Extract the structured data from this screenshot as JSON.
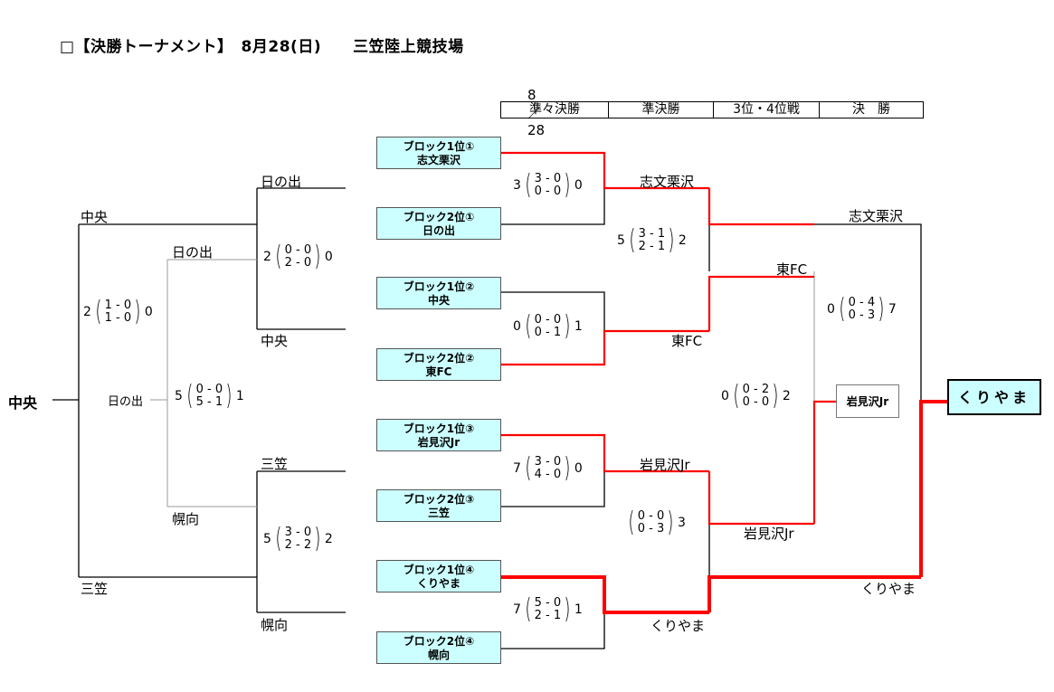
{
  "title": "□【決勝トーナメント】　8月28(日)　　三笠陸上競技場",
  "schedule": {
    "date": "8／28",
    "rounds": [
      "準々決勝",
      "準決勝",
      "3位・4位戦",
      "決　勝"
    ]
  },
  "seeds": [
    {
      "seed": "ブロック1位①",
      "team": "志文栗沢"
    },
    {
      "seed": "ブロック2位①",
      "team": "日の出"
    },
    {
      "seed": "ブロック1位②",
      "team": "中央"
    },
    {
      "seed": "ブロック2位②",
      "team": "東FC"
    },
    {
      "seed": "ブロック1位③",
      "team": "岩見沢Jr"
    },
    {
      "seed": "ブロック2位③",
      "team": "三笠"
    },
    {
      "seed": "ブロック1位④",
      "team": "くりやま"
    },
    {
      "seed": "ブロック2位④",
      "team": "幌向"
    }
  ],
  "qf_scores": [
    {
      "left": "3",
      "h1": "3 - 0",
      "h2": "0 - 0",
      "right": "0"
    },
    {
      "left": "0",
      "h1": "0 - 0",
      "h2": "0 - 1",
      "right": "1"
    },
    {
      "left": "7",
      "h1": "3 - 0",
      "h2": "4 - 0",
      "right": "0"
    },
    {
      "left": "7",
      "h1": "5 - 0",
      "h2": "2 - 1",
      "right": "1"
    }
  ],
  "qf_winners": [
    "志文栗沢",
    "東FC",
    "岩見沢Jr",
    "くりやま"
  ],
  "sf_scores": [
    {
      "left": "5",
      "h1": "3 - 1",
      "h2": "2 - 1",
      "right": "2"
    },
    {
      "left": "",
      "h1": "0 - 0",
      "h2": "0 - 3",
      "right": "3"
    }
  ],
  "sf_winners": [
    "志文栗沢",
    "岩見沢Jr"
  ],
  "sf_losers": [
    "東FC",
    "くりやま"
  ],
  "third_place": {
    "score": {
      "left": "0",
      "h1": "0 - 2",
      "h2": "0 - 0",
      "right": "2"
    },
    "winner": "岩見沢Jr"
  },
  "final": {
    "score": {
      "left": "0",
      "h1": "0 - 4",
      "h2": "0 - 3",
      "right": "7"
    },
    "champion": "くりやま"
  },
  "lower": {
    "labels": {
      "hinode_top": "日の出",
      "chuo_top": "中央",
      "hinode_mid": "日の出",
      "chuo_mid": "中央",
      "mikasa_top": "三笠",
      "horomui_mid": "幌向",
      "mikasa_bottom": "三笠",
      "horomui_bottom": "幌向",
      "hinode_side": "日の出",
      "champion": "中央"
    },
    "scores": {
      "hinode_chuo": {
        "left": "2",
        "h1": "0 - 0",
        "h2": "2 - 0",
        "right": "0"
      },
      "chuo_mikasa": {
        "left": "2",
        "h1": "1 - 0",
        "h2": "1 - 0",
        "right": "0"
      },
      "hinode_horomui": {
        "left": "5",
        "h1": "0 - 0",
        "h2": "5 - 1",
        "right": "1"
      },
      "mikasa_horomui": {
        "left": "5",
        "h1": "3 - 0",
        "h2": "2 - 2",
        "right": "2"
      }
    }
  },
  "colors": {
    "win_line": "#ff0000",
    "line": "#000000",
    "box_fill": "#ccffff",
    "grey_line": "#999999"
  }
}
